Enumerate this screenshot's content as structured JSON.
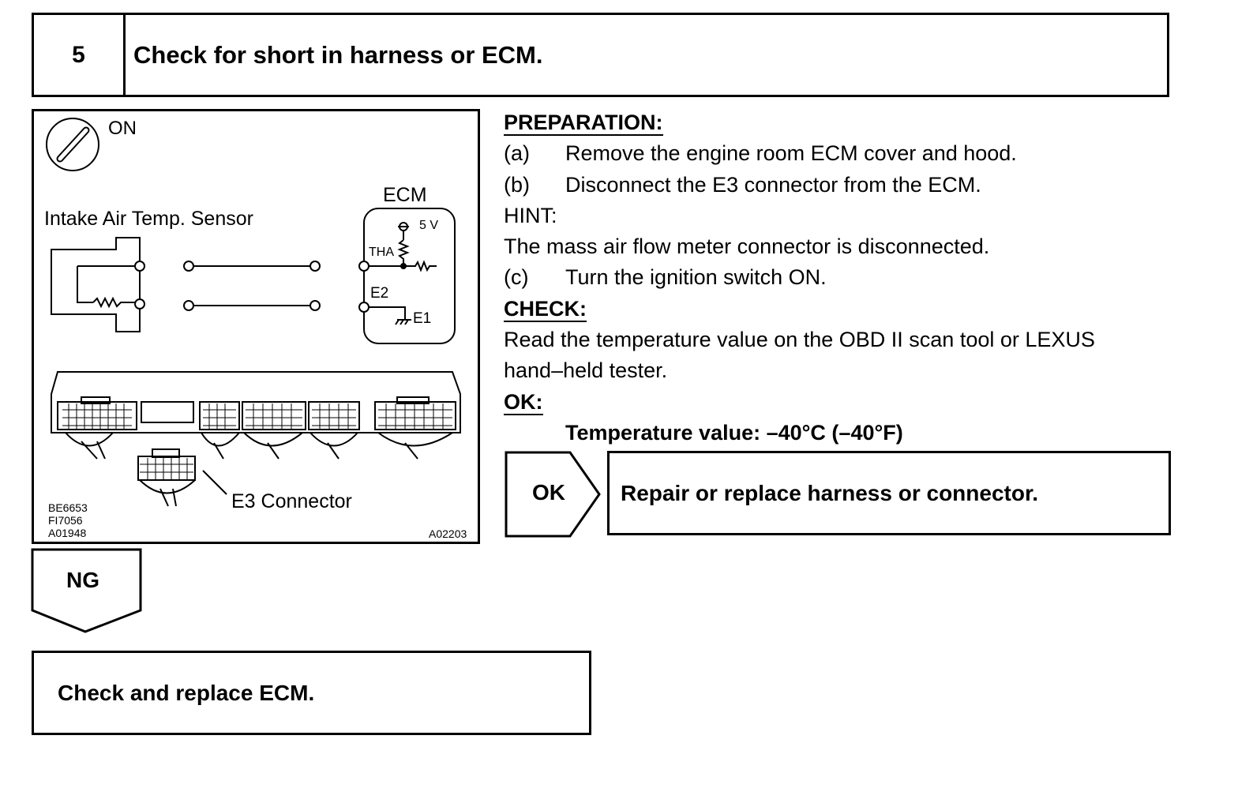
{
  "step": {
    "number": "5",
    "title": "Check for short in harness or ECM."
  },
  "figure": {
    "ignition_label": "ON",
    "sensor_label": "Intake Air Temp. Sensor",
    "ecm_label": "ECM",
    "voltage_label": "5 V",
    "tha_label": "THA",
    "e2_label": "E2",
    "e1_label": "E1",
    "connector_label": "E3 Connector",
    "codes": [
      "BE6653",
      "FI7056",
      "A01948"
    ],
    "figure_id": "A02203"
  },
  "instructions": {
    "preparation_heading": "PREPARATION:",
    "steps": [
      {
        "label": "(a)",
        "text": "Remove the engine room ECM cover and hood."
      },
      {
        "label": "(b)",
        "text": "Disconnect the E3 connector from the ECM."
      }
    ],
    "hint_heading": "HINT:",
    "hint_text": "The mass air flow meter connector is disconnected.",
    "step_c": {
      "label": "(c)",
      "text": "Turn the ignition switch ON."
    },
    "check_heading": "CHECK:",
    "check_text_1": "Read the temperature value on the OBD II scan tool or LEXUS",
    "check_text_2": "hand–held tester.",
    "ok_heading": "OK:",
    "ok_spec": "Temperature value: –40°C (–40°F)"
  },
  "ok_branch": {
    "label": "OK",
    "action": "Repair or replace harness or connector."
  },
  "ng_branch": {
    "label": "NG",
    "action": "Check and replace ECM."
  }
}
